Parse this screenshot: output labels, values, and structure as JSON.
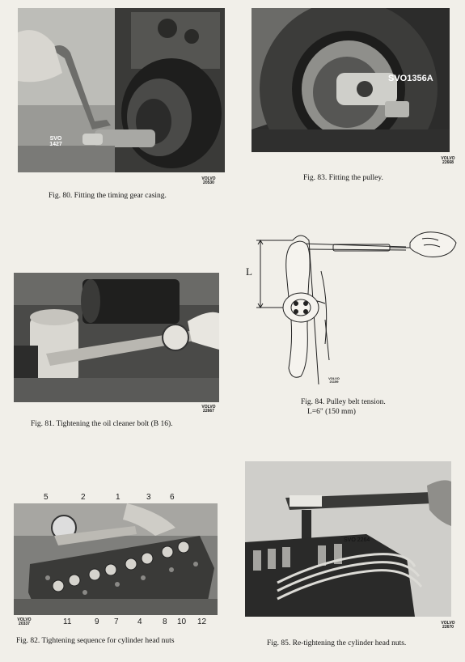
{
  "figures": {
    "fig80": {
      "caption": "Fig. 80. Fitting the timing gear casing.",
      "tool_label_line1": "SVO",
      "tool_label_line2": "1427",
      "code_line1": "VOLVO",
      "code_line2": "20530"
    },
    "fig83": {
      "caption": "Fig. 83. Fitting the pulley.",
      "tool_label": "SVO1356A",
      "code_line1": "VOLVO",
      "code_line2": "22668"
    },
    "fig84": {
      "caption": "Fig. 84. Pulley belt tension.",
      "caption_line2": "L=6\" (150 mm)",
      "dimension_label": "L",
      "code_line1": "VOLVO",
      "code_line2": "21159"
    },
    "fig81": {
      "caption": "Fig. 81. Tightening the oil cleaner bolt (B 16).",
      "code_line1": "VOLVO",
      "code_line2": "22667"
    },
    "fig82": {
      "caption": "Fig. 82. Tightening sequence for cylinder head nuts",
      "top_numbers": [
        "5",
        "2",
        "1",
        "3",
        "6"
      ],
      "bottom_numbers": [
        "11",
        "9",
        "7",
        "4",
        "8",
        "10",
        "12"
      ],
      "code_line1": "VOLVO",
      "code_line2": "20337"
    },
    "fig85": {
      "caption": "Fig. 85. Re-tightening the cylinder head nuts.",
      "tool_label": "SVO 2264",
      "code_line1": "VOLVO",
      "code_line2": "22670"
    }
  }
}
